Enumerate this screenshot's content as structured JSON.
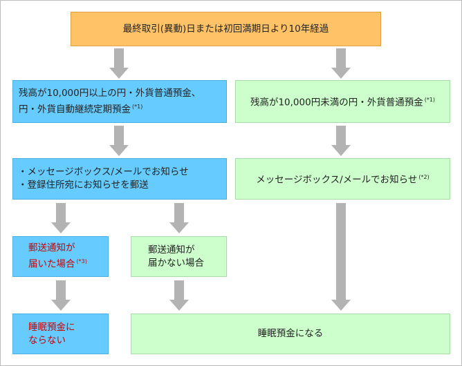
{
  "top": {
    "text": "最終取引(異動)日または初回満期日より10年経過"
  },
  "left_branch": {
    "line1": "残高が10,000円以上の円・外貨普通預金、",
    "line2": "円・外貨自動継続定期預金",
    "note": "(*1)"
  },
  "right_branch": {
    "text": "残高が10,000円未満の円・外貨普通預金",
    "note": "(*1)"
  },
  "left_notice": {
    "line1": "・メッセージボックス/メールでお知らせ",
    "line2": "・登録住所宛にお知らせを郵送"
  },
  "right_notice": {
    "text": "メッセージボックス/メールでお知らせ",
    "note": "(*2)"
  },
  "delivered": {
    "line1": "郵送通知が",
    "line2": "届いた場合",
    "note": "(*3)"
  },
  "not_delivered": {
    "line1": "郵送通知が",
    "line2": "届かない場合"
  },
  "result_not_dormant": {
    "line1": "睡眠預金に",
    "line2": "ならない"
  },
  "result_dormant": {
    "text": "睡眠預金になる"
  },
  "colors": {
    "orange": "#ffc266",
    "blue": "#66ccff",
    "green": "#ccffcc",
    "arrow": "#b3b3b3",
    "red_text": "#cc0000"
  }
}
